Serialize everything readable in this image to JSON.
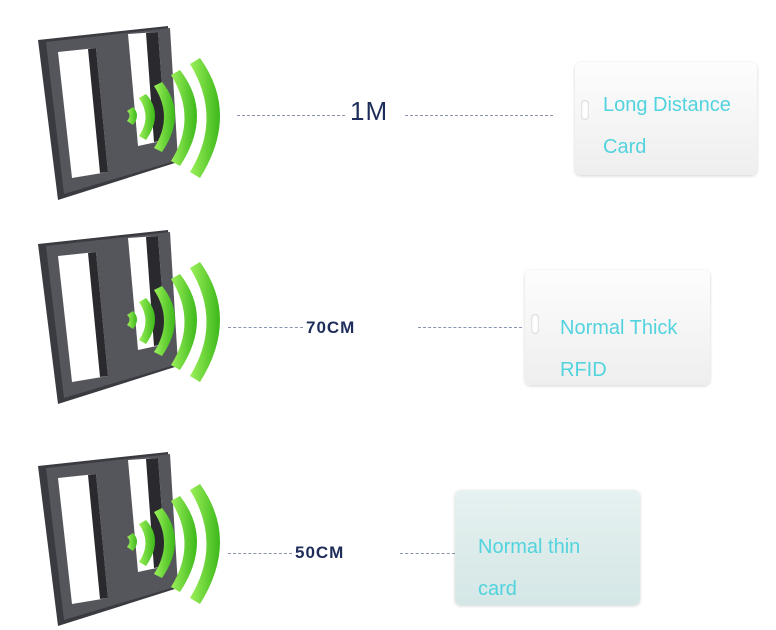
{
  "rows": [
    {
      "distance": "1M",
      "card_line1": "Long Distance",
      "card_line2": "Card"
    },
    {
      "distance": "70CM",
      "card_line1": "Normal Thick",
      "card_line2": "RFID"
    },
    {
      "distance": "50CM",
      "card_line1": "Normal thin",
      "card_line2": "card"
    }
  ],
  "colors": {
    "wave": "#5fd12a",
    "reader": "#4a4b50",
    "label": "#1f2d5a",
    "card_text": "#52d3dd"
  }
}
